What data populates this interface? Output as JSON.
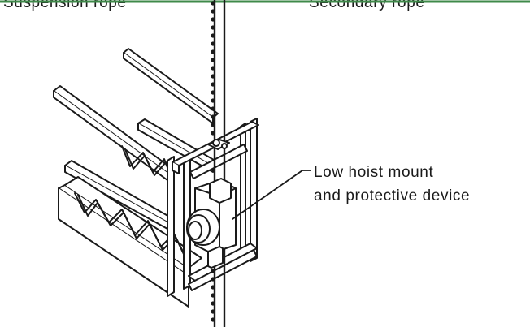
{
  "labels": {
    "top_left": "Suspension rope",
    "top_right": "Secondary rope",
    "callout_line1": "Low hoist mount",
    "callout_line2": "and protective device"
  },
  "colors": {
    "top_rule": "#3f8a4a",
    "ink": "#1a1a1a",
    "background": "#ffffff"
  }
}
